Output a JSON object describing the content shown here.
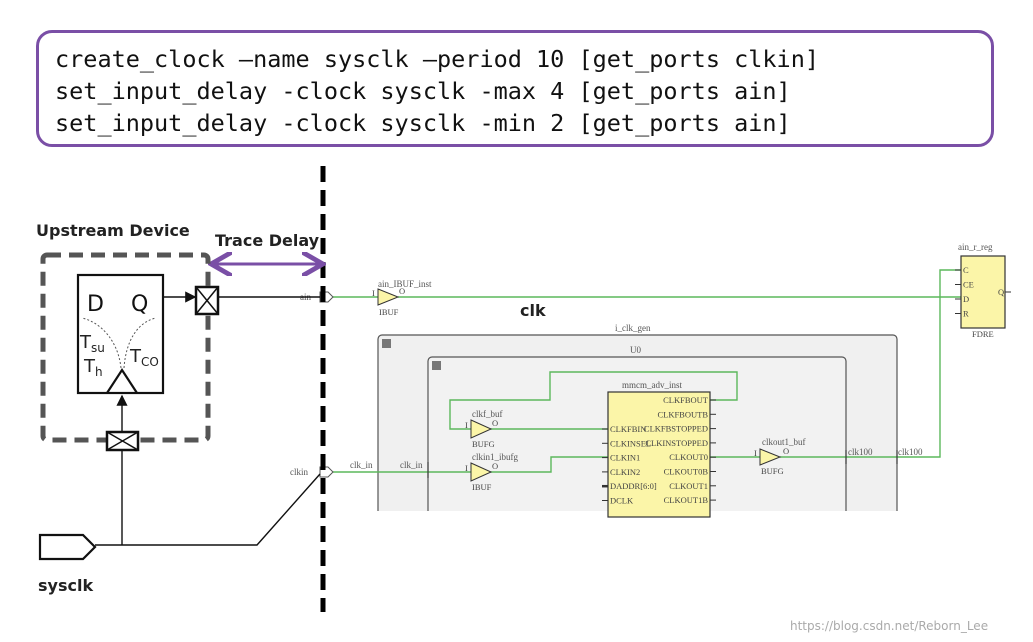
{
  "constraints": {
    "lines": [
      "create_clock –name sysclk –period 10 [get_ports clkin]",
      "set_input_delay -clock sysclk -max 4 [get_ports ain]",
      "set_input_delay -clock sysclk -min 2 [get_ports ain]"
    ]
  },
  "upstream": {
    "title": "Upstream Device",
    "trace_delay": "Trace Delay",
    "d": "D",
    "q": "Q",
    "tsu": "T",
    "tsu_sub": "su",
    "th": "T",
    "th_sub": "h",
    "tco": "T",
    "tco_sub": "CO",
    "clock_source": "sysclk"
  },
  "schematic": {
    "ain_port": "ain",
    "clkin_port": "clkin",
    "ain_ibuf_name": "ain_IBUF_inst",
    "ibuf_type": "IBUF",
    "bufg_type": "BUFG",
    "pin_i": "I",
    "pin_o": "O",
    "clk_label": "clk",
    "clk_gen_name": "i_clk_gen",
    "u0_name": "U0",
    "mmcm_name": "mmcm_adv_inst",
    "clkf_buf_name": "clkf_buf",
    "clkin1_ibufg_name": "clkin1_ibufg",
    "clkout1_buf_name": "clkout1_buf",
    "net_clk_in": "clk_in",
    "net_clk100": "clk100",
    "mmcm_left_pins": [
      "CLKFBIN",
      "CLKINSEL",
      "CLKIN1",
      "CLKIN2",
      "DADDR[6:0]",
      "DCLK"
    ],
    "mmcm_right_pins": [
      "CLKFBOUT",
      "CLKFBOUTB",
      "CLKFBSTOPPED",
      "CLKINSTOPPED",
      "CLKOUT0",
      "CLKOUT0B",
      "CLKOUT1",
      "CLKOUT1B"
    ],
    "reg_name": "ain_r_reg",
    "reg_type": "FDRE",
    "reg_pins": [
      "C",
      "CE",
      "D",
      "R"
    ],
    "reg_out": "Q",
    "collapse_symbol": "−"
  },
  "colors": {
    "border": "#7a4fa6",
    "wire": "#5cb85c",
    "cell": "#fbf5a8"
  },
  "watermark": "https://blog.csdn.net/Reborn_Lee"
}
